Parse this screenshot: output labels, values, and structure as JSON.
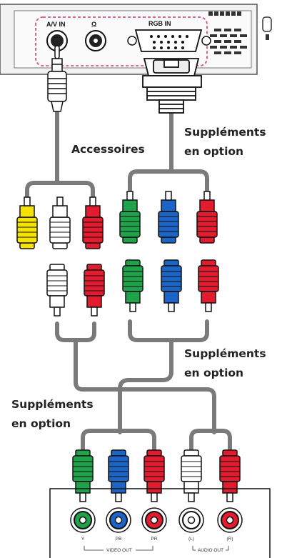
{
  "device": {
    "port_av_label": "A/V IN",
    "port_rgb_label": "RGB IN"
  },
  "labels": {
    "accessoires": "Accessoires",
    "optional_top": [
      "Suppléments",
      "en option"
    ],
    "optional_mid": [
      "Suppléments",
      "en option"
    ],
    "optional_bottom": [
      "Suppléments",
      "en option"
    ]
  },
  "panel": {
    "jacks": [
      "Y",
      "PB",
      "PR",
      "(L)",
      "(R)"
    ],
    "video_out": "VIDEO OUT",
    "audio_out": "AUDIO OUT"
  },
  "colors": {
    "green": "#1fa34a",
    "blue": "#1c64c8",
    "red": "#e21b2e",
    "yellow": "#f5e400",
    "white": "#ffffff",
    "cable": "#7a7a7a",
    "highlight": "#d9537a"
  }
}
